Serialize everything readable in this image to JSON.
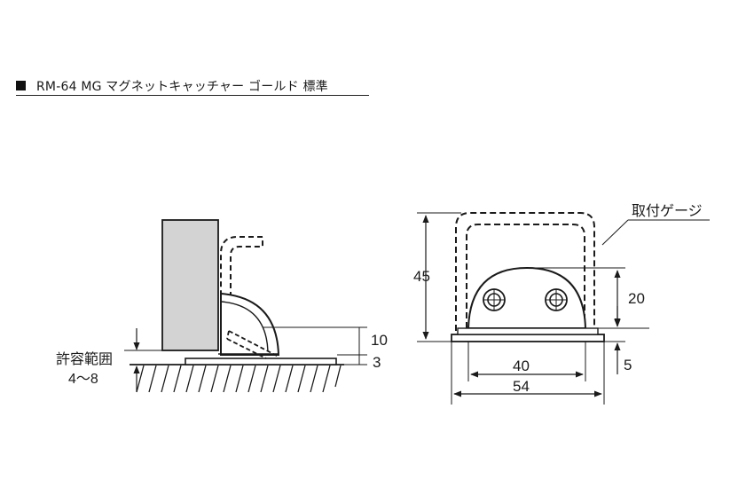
{
  "title": {
    "text": "RM-64 MG マグネットキャッチャー ゴールド 標準"
  },
  "side_view": {
    "range_label": "許容範囲",
    "range_value": "4〜8",
    "dim_height": "10",
    "dim_thickness": "3"
  },
  "front_view": {
    "gauge_label": "取付ゲージ",
    "dim_gauge_height": "45",
    "dim_body_height": "20",
    "dim_gap": "5",
    "dim_inner_width": "40",
    "dim_outer_width": "54"
  }
}
